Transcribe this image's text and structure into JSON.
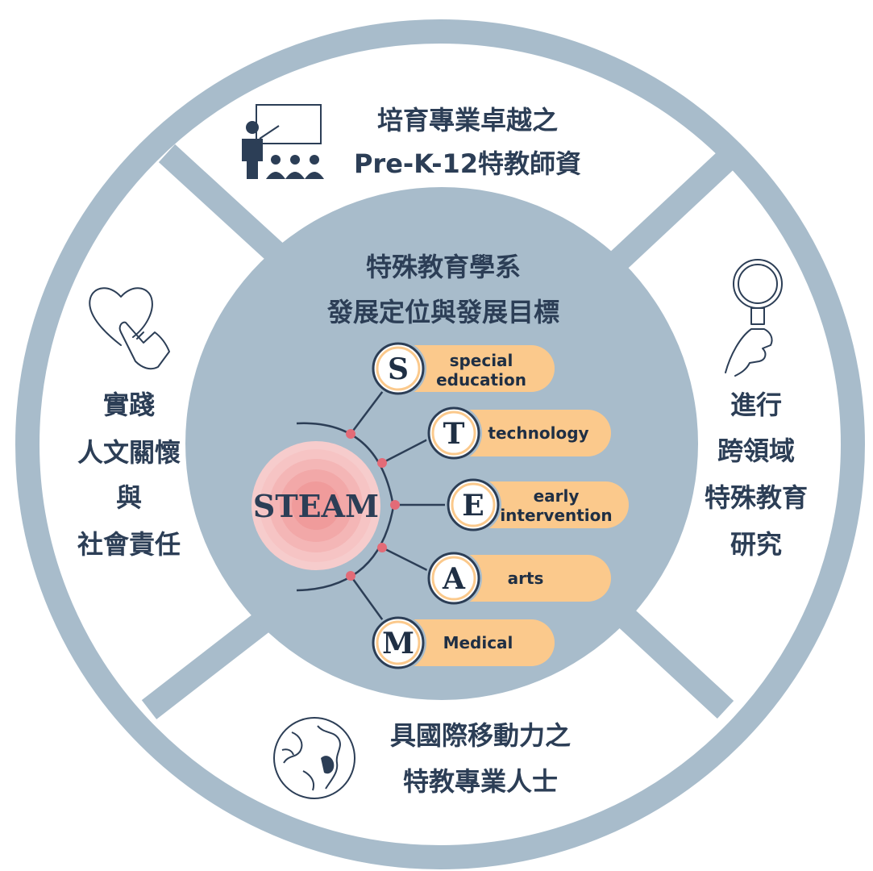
{
  "center": {
    "title_line1": "特殊教育學系",
    "title_line2": "發展定位與發展目標",
    "hub_label": "STEAM"
  },
  "quadrants": {
    "top": {
      "line1": "培育專業卓越之",
      "line2": "Pre-K-12特教師資",
      "icon": "teacher-classroom-icon"
    },
    "right": {
      "line1": "進行",
      "line2": "跨領域",
      "line3": "特殊教育",
      "line4": "研究",
      "icon": "magnifier-hand-icon"
    },
    "bottom": {
      "line1": "具國際移動力之",
      "line2": "特教專業人士",
      "icon": "globe-icon"
    },
    "left": {
      "line1": "實踐",
      "line2": "人文關懷",
      "line3": "與",
      "line4": "社會責任",
      "icon": "heart-hand-icon"
    }
  },
  "steam_items": [
    {
      "letter": "S",
      "label_line1": "special",
      "label_line2": "education"
    },
    {
      "letter": "T",
      "label_line1": "technology",
      "label_line2": ""
    },
    {
      "letter": "E",
      "label_line1": "early",
      "label_line2": "intervention"
    },
    {
      "letter": "A",
      "label_line1": "arts",
      "label_line2": ""
    },
    {
      "letter": "M",
      "label_line1": "Medical",
      "label_line2": ""
    }
  ],
  "colors": {
    "ring": "#a8bccb",
    "inner_circle": "#a8bccb",
    "pill": "#fbc98c",
    "text": "#2c3e56",
    "hub": "#f2a3a3",
    "dot": "#e36b77",
    "connector": "#2c3e56"
  }
}
